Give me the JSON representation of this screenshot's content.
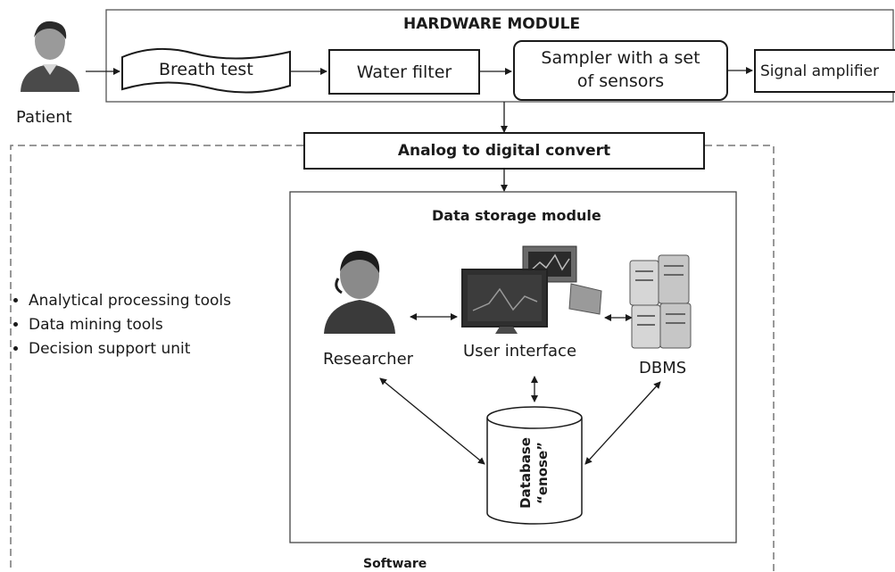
{
  "patient": {
    "label": "Patient"
  },
  "hardware": {
    "title": "HARDWARE MODULE",
    "steps": [
      "Breath test",
      "Water filter",
      "Sampler with a set\nof sensors",
      "Signal amplifier"
    ]
  },
  "adc": {
    "label": "Analog to digital convert"
  },
  "software": {
    "label": "Software"
  },
  "tools": {
    "items": [
      "Analytical processing tools",
      "Data mining tools",
      "Decision support unit"
    ]
  },
  "storage": {
    "title": "Data storage module",
    "researcher": "Researcher",
    "user_interface": "User interface",
    "dbms": "DBMS",
    "database_line1": "Database",
    "database_line2": "“enose”"
  }
}
